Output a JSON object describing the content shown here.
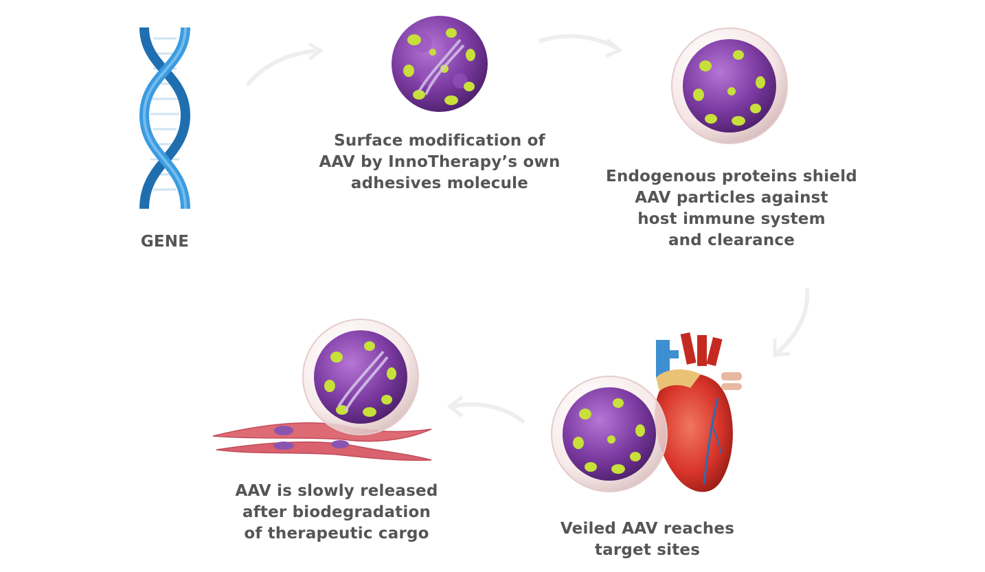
{
  "steps": {
    "gene": {
      "label": "GENE"
    },
    "surface": {
      "label": "Surface modification of\nAAV by InnoTherapy’s own\nadhesives molecule"
    },
    "shield": {
      "label": "Endogenous proteins shield\nAAV particles against\nhost immune system\nand clearance"
    },
    "target": {
      "label": "Veiled AAV reaches\ntarget sites"
    },
    "release": {
      "label": "AAV is slowly released\nafter biodegradation\nof therapeutic cargo"
    }
  },
  "colors": {
    "dna": "#2f86c8",
    "virus_body": "#7b3aa0",
    "virus_spot": "#c8e03a",
    "shell": "#f3dede",
    "heart": "#d8342a",
    "cell": "#d9626e",
    "nucleus": "#8a55b0",
    "caption": "#555555",
    "arrow": "#eeeeee"
  },
  "icons": [
    "dna-icon",
    "aav-virus-icon",
    "shielded-aav-icon",
    "heart-icon",
    "muscle-cell-icon",
    "flow-arrow-icon"
  ]
}
